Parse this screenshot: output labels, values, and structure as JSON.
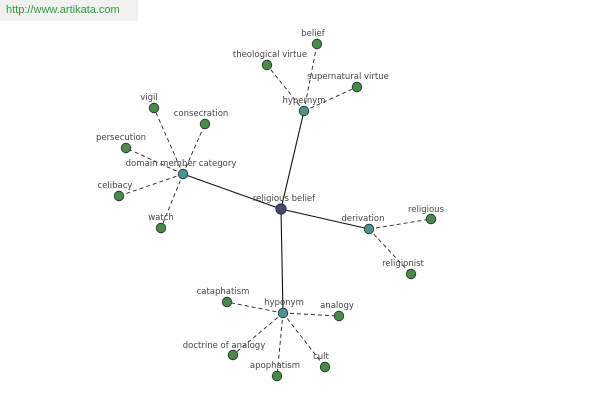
{
  "watermark": "http://www.artikata.com",
  "colors": {
    "center": "#44497a",
    "hub": "#4d9191",
    "leaf": "#4a8a48",
    "edge": "#111111",
    "dashed_edge": "#222222",
    "node_stroke": "#1f2f2a",
    "label": "#444444"
  },
  "nodes": [
    {
      "id": "religious-belief",
      "label": "religious belief",
      "kind": "center"
    },
    {
      "id": "hypernym",
      "label": "hypernym",
      "kind": "hub"
    },
    {
      "id": "domain-member-category",
      "label": "domain member category",
      "kind": "hub"
    },
    {
      "id": "derivation",
      "label": "derivation",
      "kind": "hub"
    },
    {
      "id": "hyponym",
      "label": "hyponym",
      "kind": "hub"
    },
    {
      "id": "belief",
      "label": "belief",
      "kind": "leaf"
    },
    {
      "id": "theological-virtue",
      "label": "theological virtue",
      "kind": "leaf"
    },
    {
      "id": "supernatural-virtue",
      "label": "supernatural virtue",
      "kind": "leaf"
    },
    {
      "id": "vigil",
      "label": "vigil",
      "kind": "leaf"
    },
    {
      "id": "consecration",
      "label": "consecration",
      "kind": "leaf"
    },
    {
      "id": "persecution",
      "label": "persecution",
      "kind": "leaf"
    },
    {
      "id": "celibacy",
      "label": "celibacy",
      "kind": "leaf"
    },
    {
      "id": "watch",
      "label": "watch",
      "kind": "leaf"
    },
    {
      "id": "religious",
      "label": "religious",
      "kind": "leaf"
    },
    {
      "id": "religionist",
      "label": "religionist",
      "kind": "leaf"
    },
    {
      "id": "cataphatism",
      "label": "cataphatism",
      "kind": "leaf"
    },
    {
      "id": "analogy",
      "label": "analogy",
      "kind": "leaf"
    },
    {
      "id": "doctrine-of-analogy",
      "label": "doctrine of analogy",
      "kind": "leaf"
    },
    {
      "id": "apophatism",
      "label": "apophatism",
      "kind": "leaf"
    },
    {
      "id": "cult",
      "label": "cult",
      "kind": "leaf"
    }
  ],
  "edges": [
    {
      "from": "religious-belief",
      "to": "hypernym",
      "style": "solid"
    },
    {
      "from": "religious-belief",
      "to": "domain-member-category",
      "style": "solid"
    },
    {
      "from": "religious-belief",
      "to": "derivation",
      "style": "solid"
    },
    {
      "from": "religious-belief",
      "to": "hyponym",
      "style": "solid"
    },
    {
      "from": "hypernym",
      "to": "belief",
      "style": "dashed"
    },
    {
      "from": "hypernym",
      "to": "theological-virtue",
      "style": "dashed"
    },
    {
      "from": "hypernym",
      "to": "supernatural-virtue",
      "style": "dashed"
    },
    {
      "from": "domain-member-category",
      "to": "vigil",
      "style": "dashed"
    },
    {
      "from": "domain-member-category",
      "to": "consecration",
      "style": "dashed"
    },
    {
      "from": "domain-member-category",
      "to": "persecution",
      "style": "dashed"
    },
    {
      "from": "domain-member-category",
      "to": "celibacy",
      "style": "dashed"
    },
    {
      "from": "domain-member-category",
      "to": "watch",
      "style": "dashed"
    },
    {
      "from": "derivation",
      "to": "religious",
      "style": "dashed"
    },
    {
      "from": "derivation",
      "to": "religionist",
      "style": "dashed"
    },
    {
      "from": "hyponym",
      "to": "cataphatism",
      "style": "dashed"
    },
    {
      "from": "hyponym",
      "to": "analogy",
      "style": "dashed"
    },
    {
      "from": "hyponym",
      "to": "doctrine-of-analogy",
      "style": "dashed"
    },
    {
      "from": "hyponym",
      "to": "apophatism",
      "style": "dashed"
    },
    {
      "from": "hyponym",
      "to": "cult",
      "style": "dashed"
    }
  ]
}
